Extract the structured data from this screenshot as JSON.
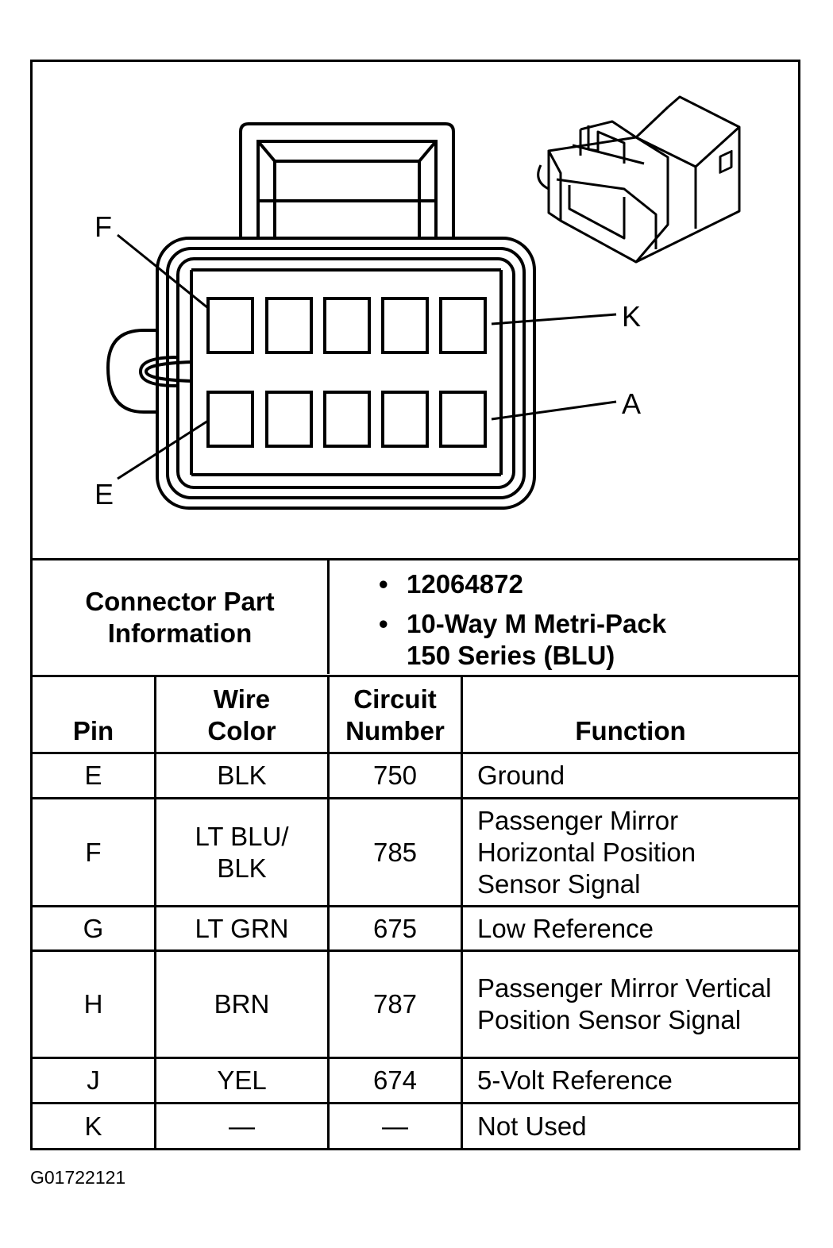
{
  "diagram": {
    "pin_labels": {
      "top_left": "F",
      "bottom_left": "E",
      "top_right": "K",
      "bottom_right": "A"
    }
  },
  "connector_info": {
    "label": "Connector Part Information",
    "items": [
      "12064872",
      "10-Way M Metri-Pack 150 Series (BLU)"
    ]
  },
  "table": {
    "headers": {
      "pin": "Pin",
      "wire_color": "Wire Color",
      "circuit": "Circuit Number",
      "function": "Function"
    },
    "rows": [
      {
        "pin": "E",
        "wire_color": "BLK",
        "circuit": "750",
        "function": "Ground"
      },
      {
        "pin": "F",
        "wire_color": "LT BLU/ BLK",
        "circuit": "785",
        "function": "Passenger Mirror Horizontal Position Sensor Signal"
      },
      {
        "pin": "G",
        "wire_color": "LT GRN",
        "circuit": "675",
        "function": "Low Reference"
      },
      {
        "pin": "H",
        "wire_color": "BRN",
        "circuit": "787",
        "function": "Passenger Mirror Vertical Position Sensor Signal"
      },
      {
        "pin": "J",
        "wire_color": "YEL",
        "circuit": "674",
        "function": "5-Volt Reference"
      },
      {
        "pin": "K",
        "wire_color": "—",
        "circuit": "—",
        "function": "Not Used"
      }
    ]
  },
  "figure_code": "G01722121"
}
